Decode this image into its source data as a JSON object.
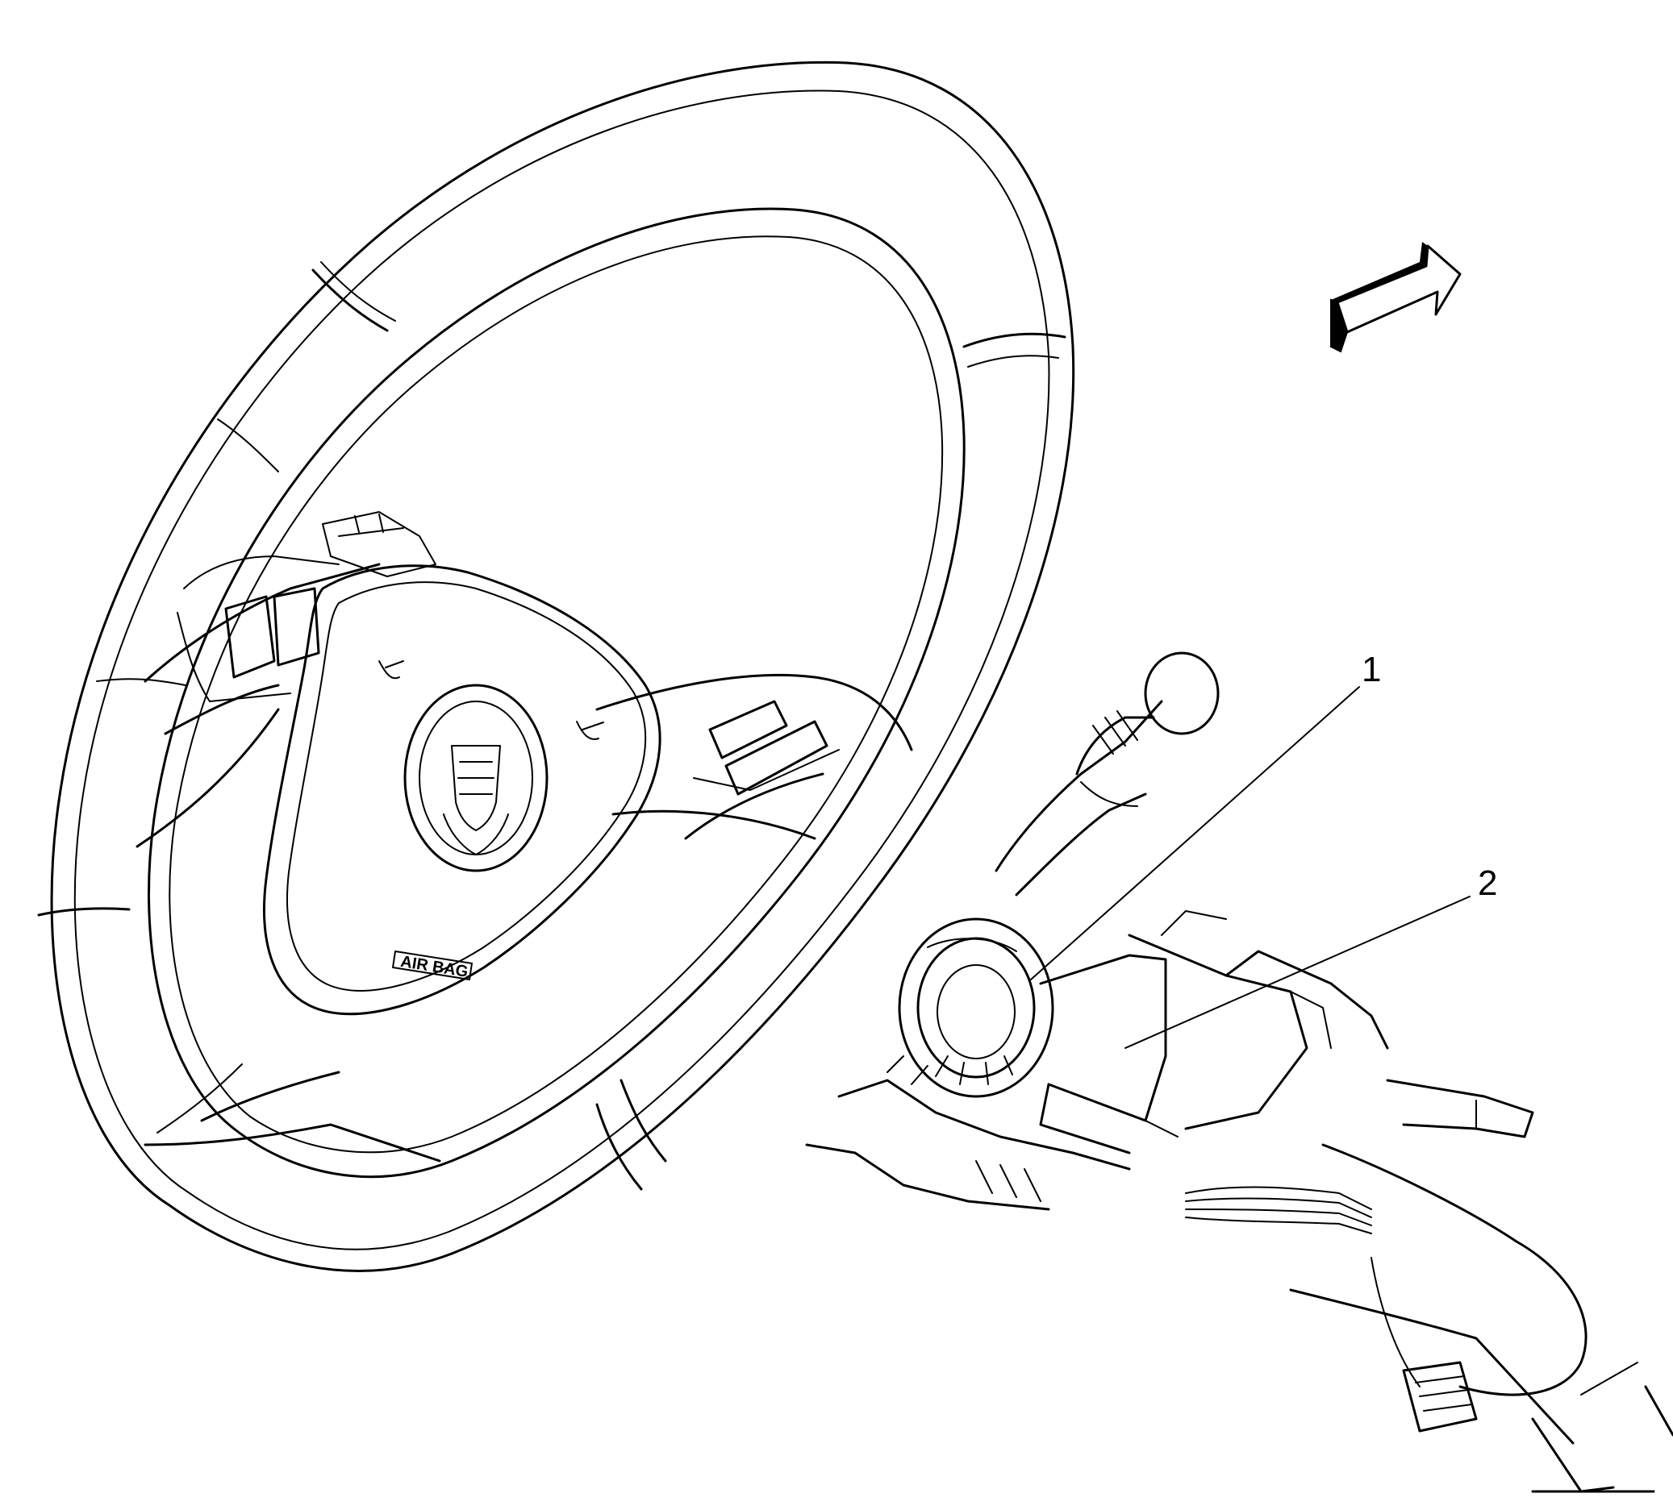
{
  "diagram": {
    "callouts": [
      {
        "id": "1",
        "label": "1"
      },
      {
        "id": "2",
        "label": "2"
      }
    ],
    "airbag_text": "AIR BAG",
    "direction_arrow_icon": "forward-arrow-icon",
    "line_color": "#000000",
    "background_color": "#ffffff"
  }
}
